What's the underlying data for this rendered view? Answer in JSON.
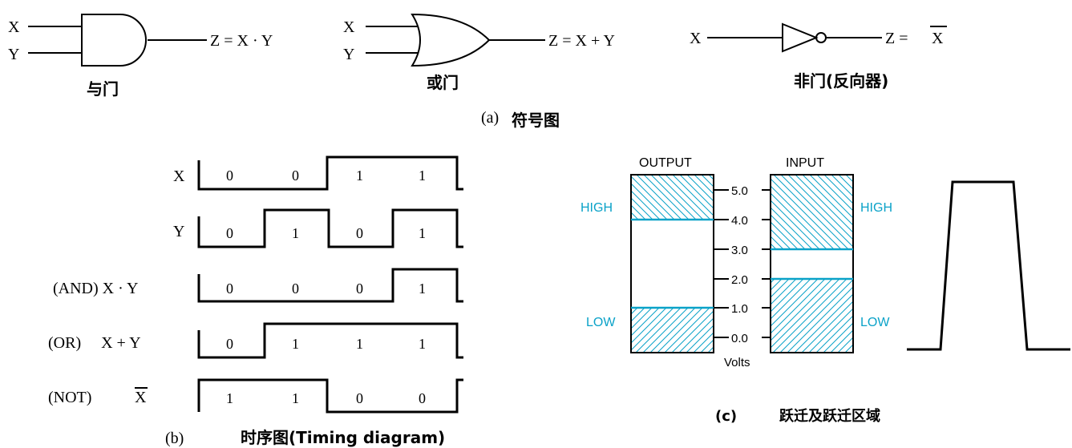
{
  "colors": {
    "ink": "#000000",
    "accent": "#0aa2c8"
  },
  "section_a": {
    "and_gate": {
      "in1": "X",
      "in2": "Y",
      "output_eq": "Z = X · Y",
      "caption": "与门"
    },
    "or_gate": {
      "in1": "X",
      "in2": "Y",
      "output_eq": "Z = X + Y",
      "caption": "或门"
    },
    "not_gate": {
      "in1": "X",
      "output_prefix": "Z = ",
      "output_var": "X",
      "caption": "非门(反向器)"
    },
    "caption_tag": "(a)",
    "caption_text": "符号图"
  },
  "section_b": {
    "rows": [
      {
        "label": "X",
        "values": [
          "0",
          "0",
          "1",
          "1"
        ]
      },
      {
        "label": "Y",
        "values": [
          "0",
          "1",
          "0",
          "1"
        ]
      },
      {
        "label": "(AND)  X · Y",
        "values": [
          "0",
          "0",
          "0",
          "1"
        ]
      },
      {
        "label": "(OR)     X + Y",
        "values": [
          "0",
          "1",
          "1",
          "1"
        ]
      },
      {
        "label_prefix": "(NOT)",
        "label_var": "X",
        "values": [
          "1",
          "1",
          "0",
          "0"
        ]
      }
    ],
    "caption_tag": "(b)",
    "caption_text": "时序图(Timing diagram)"
  },
  "section_c": {
    "output_title": "OUTPUT",
    "input_title": "INPUT",
    "volt_ticks": [
      "5.0",
      "4.0",
      "3.0",
      "2.0",
      "1.0",
      "0.0"
    ],
    "volts_label": "Volts",
    "high_left": "HIGH",
    "low_left": "LOW",
    "high_right": "HIGH",
    "low_right": "LOW",
    "caption_tag": "(c)",
    "caption_text": "跃迁及跃迁区域"
  }
}
